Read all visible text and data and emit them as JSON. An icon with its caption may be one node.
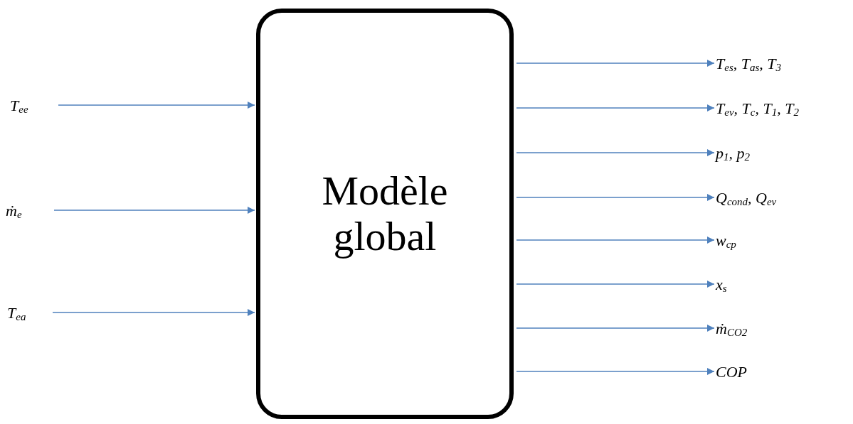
{
  "diagram": {
    "nodes": [
      {
        "text": [
          "Modèle global"
        ]
      },
      {
        "text": [
          "T$_{ee}$"
        ]
      },
      {
        "text": [
          "ṁ$_{e}$"
        ]
      },
      {
        "text": [
          "T$_{ea}$"
        ]
      },
      {
        "text": [
          "T$_{es}$, T$_{as}$, T$_{3}$"
        ]
      },
      {
        "text": [
          "T$_{ev}$, T$_{c}$, T$_{1}$, T$_{2}$"
        ]
      },
      {
        "text": [
          "p$_{1}$, p$_{2}$"
        ]
      },
      {
        "text": [
          "Q$_{cond}$, Q$_{ev}$"
        ]
      },
      {
        "text": [
          "w$_{cp}$"
        ]
      },
      {
        "text": [
          "x$_{s}$"
        ]
      },
      {
        "text": [
          "ṁ$_{CO2}$"
        ]
      },
      {
        "text": [
          "COP"
        ]
      }
    ],
    "edges": [
      {
        "from": 1,
        "to": 0,
        "arrow": "to"
      },
      {
        "from": 2,
        "to": 0,
        "arrow": "to"
      },
      {
        "from": 3,
        "to": 0,
        "arrow": "to"
      },
      {
        "from": 0,
        "to": 4,
        "arrow": "to"
      },
      {
        "from": 0,
        "to": 5,
        "arrow": "to"
      },
      {
        "from": 0,
        "to": 6,
        "arrow": "to"
      },
      {
        "from": 0,
        "to": 7,
        "arrow": "to"
      },
      {
        "from": 0,
        "to": 8,
        "arrow": "to"
      },
      {
        "from": 0,
        "to": 9,
        "arrow": "to"
      },
      {
        "from": 0,
        "to": 10,
        "arrow": "to"
      },
      {
        "from": 0,
        "to": 11,
        "arrow": "to"
      }
    ]
  }
}
